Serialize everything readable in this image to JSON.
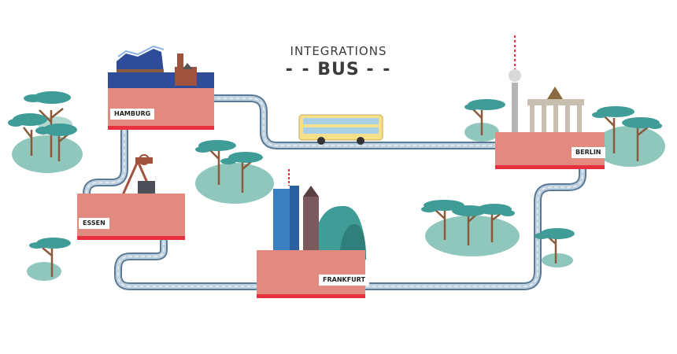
{
  "title": {
    "top": "INTEGRATIONS",
    "main": "BUS",
    "dashes": "- -"
  },
  "cities": {
    "hamburg": "HAMBURG",
    "berlin": "BERLIN",
    "essen": "ESSEN",
    "frankfurt": "FRANKFURT"
  },
  "colors": {
    "road": "#5a7a96",
    "road_fill": "#bfd0de",
    "platform": "#e38a80",
    "platform_edge": "#e8303f",
    "tree_leaf": "#3f9c97",
    "tree_trunk": "#8a5a3c",
    "ground": "#8fc7bd",
    "bus": "#f7e08a"
  }
}
